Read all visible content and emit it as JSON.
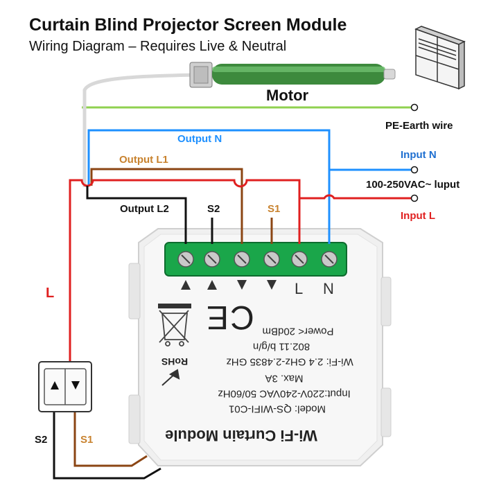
{
  "title": "Curtain Blind Projector Screen Module",
  "subtitle": "Wiring Diagram – Requires Live & Neutral",
  "labels": {
    "motor": "Motor",
    "pe_earth": "PE-Earth wire",
    "output_n": "Output N",
    "output_l1": "Output L1",
    "input_n": "Input N",
    "voltage": "100-250VAC~ luput",
    "input_l": "Input L",
    "output_l2": "Output L2",
    "s2_top": "S2",
    "s1_top": "S1",
    "l_wire": "L",
    "s2_bottom": "S2",
    "s1_bottom": "S1"
  },
  "terminal_labels": {
    "n1": "L",
    "n2": "N"
  },
  "module_text": {
    "power": "Power< 20dBm",
    "wifi_std": "802.11 b/g/n",
    "wifi": "Wi-Fi: 2.4 GHz-2.4835 GHz",
    "rohs": "RoHS",
    "max": "Max. 3A",
    "input": "Input:220V-240VAC 50/60Hz",
    "model": "Model: QS-WIFI-C01",
    "name": "Wi-Fi Curtain Module",
    "ce": "CE"
  },
  "colors": {
    "live_red": "#e02020",
    "neutral_blue": "#1e90ff",
    "earth_green": "#8fd14f",
    "brown": "#8b4513",
    "black": "#111111",
    "terminal_green": "#1aa64a"
  },
  "icons": [
    "motor-icon",
    "window-blind-icon",
    "weee-bin-icon",
    "rotate-arrow-icon",
    "up-arrow-icon",
    "down-arrow-icon"
  ]
}
